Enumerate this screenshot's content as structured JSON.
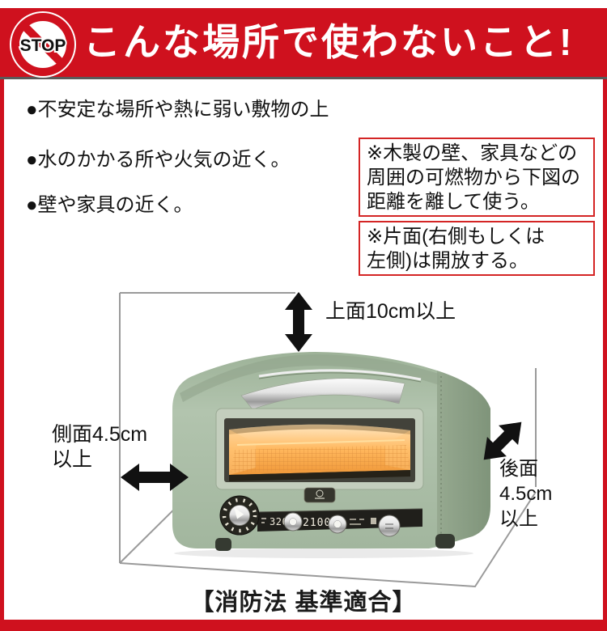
{
  "header": {
    "title": "こんな場所で使わないこと!",
    "stop_label": "STOP"
  },
  "bullets": [
    {
      "text": "●不安定な場所や熱に弱い敷物の上"
    },
    {
      "text": "●水のかかる所や火気の近く。"
    },
    {
      "text": "●壁や家具の近く。"
    }
  ],
  "notes": [
    {
      "line1": "※木製の壁、家具などの",
      "line2": "周囲の可燃物から下図の",
      "line3": "距離を離して使う。"
    },
    {
      "line1": "※片面(右側もしくは",
      "line2": "左側)は開放する。"
    }
  ],
  "diagram": {
    "top_clearance": "上面10cm以上",
    "side_clearance": {
      "line1": "側面4.5cm",
      "line2": "以上"
    },
    "rear_clearance": {
      "line1": "後面",
      "line2": "4.5cm",
      "line3": "以上"
    },
    "oven_panel": {
      "temp_mark": "320",
      "timer_mark": "2100"
    }
  },
  "footer": {
    "caption": "【消防法 基準適合】"
  },
  "colors": {
    "accent_red": "#cf111e",
    "note_border_red": "#d42525",
    "dimension_line_gray": "#9a9a9a",
    "oven_green": "#aabfa7",
    "glow_orange": "#ffae4e"
  }
}
